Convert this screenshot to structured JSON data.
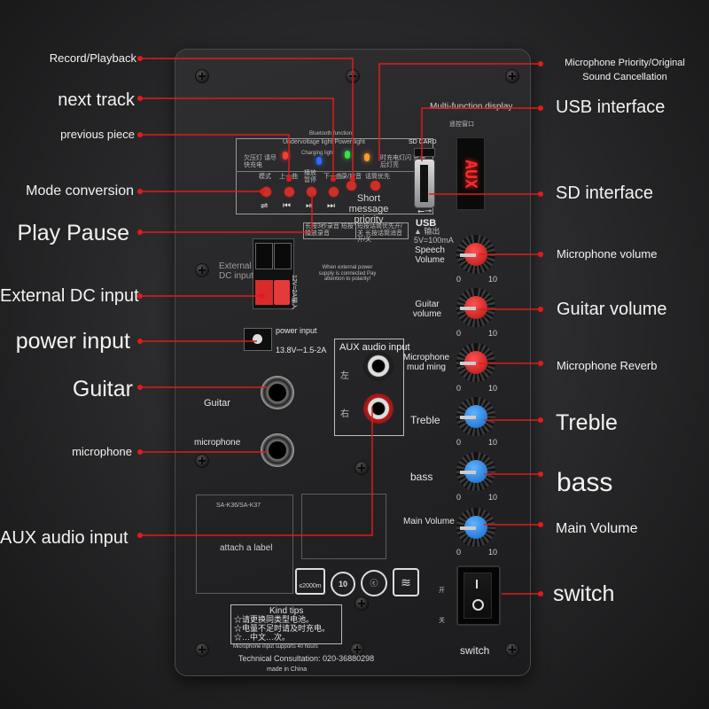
{
  "callouts_left": {
    "record_playback": "Record/Playback",
    "next_track": "next track",
    "previous_piece": "previous piece",
    "mode_conversion": "Mode conversion",
    "play_pause": "Play Pause",
    "external_dc_input": "External DC input",
    "power_input": "power input",
    "guitar": "Guitar",
    "microphone": "microphone",
    "aux_audio_input": "AUX audio input"
  },
  "callouts_right": {
    "mic_priority": "Microphone Priority/Original Sound Cancellation",
    "usb_interface": "USB interface",
    "sd_interface": "SD interface",
    "microphone_volume": "Microphone volume",
    "guitar_volume": "Guitar volume",
    "microphone_reverb": "Microphone Reverb",
    "treble": "Treble",
    "bass": "bass",
    "main_volume": "Main Volume",
    "switch": "switch"
  },
  "panel": {
    "bluetooth_function": "Bluetooth function",
    "undervoltage_power": "Undervoltage light Power light",
    "charging_light": "Charging light",
    "cn_undervoltage": "欠压灯 请尽快充电",
    "cn_timer": "时充电灯闪 充满后灯亮",
    "btn_mode": "模式",
    "btn_prev": "上一曲",
    "btn_play": "播放 暂停",
    "btn_next": "下一曲",
    "btn_record": "录/放音",
    "btn_priority": "话筒优先",
    "short_message_priority": "Short message priority",
    "cn_long_press": "长按3秒录音 短按播放录音",
    "cn_short_press": "短按话筒优先开/关 长按话筒消音开/关",
    "multi_function_display": "Multi-function display",
    "sd_card": "SD CARD",
    "remote_window": "遥控窗口",
    "display_text": "AUX",
    "usb": "USB",
    "usb_output": "▲ 输出 5V=100mA",
    "dc_spec": "12V=2A输入",
    "external_dc_input_label": "External DC input",
    "polarity_note": "When external power supply is connected Pay attention to polarity!",
    "power_input_label": "power input",
    "power_spec": "13.8V⎓1.5-2A",
    "aux_audio_input_label": "AUX audio input",
    "aux_left": "左",
    "aux_right": "右",
    "guitar_label": "Guitar",
    "microphone_label": "microphone",
    "speech_volume": "Speech Volume",
    "guitar_volume": "Guitar volume",
    "microphone_muddying": "Microphone mud ming",
    "treble": "Treble",
    "bass": "bass",
    "main_volume": "Main Volume",
    "tick_min": "0",
    "tick_max": "10",
    "model": "SA-K36/SA-K37",
    "attach_label": "attach a label",
    "kind_tips": "Kind tips",
    "tips_line1": "☆请更换同类型电池。",
    "tips_line2": "☆电量不足时请及时充电。",
    "tips_line3": "☆…中文…次。",
    "tips_en": "Microphone input supports 40 hours",
    "technical_consultation": "Technical Consultation: 020-36880298",
    "made_in": "made in China",
    "switch_label": "switch",
    "switch_on": "开",
    "switch_off": "关",
    "cert_altitude": "≤2000m",
    "cert_10": "10"
  },
  "colors": {
    "leader": "#e01b1b",
    "knob_red": "#d42020",
    "knob_blue": "#1f7fe0",
    "led_red": "#ff3b30",
    "led_blue": "#2b6bff",
    "led_green": "#39e04a"
  }
}
